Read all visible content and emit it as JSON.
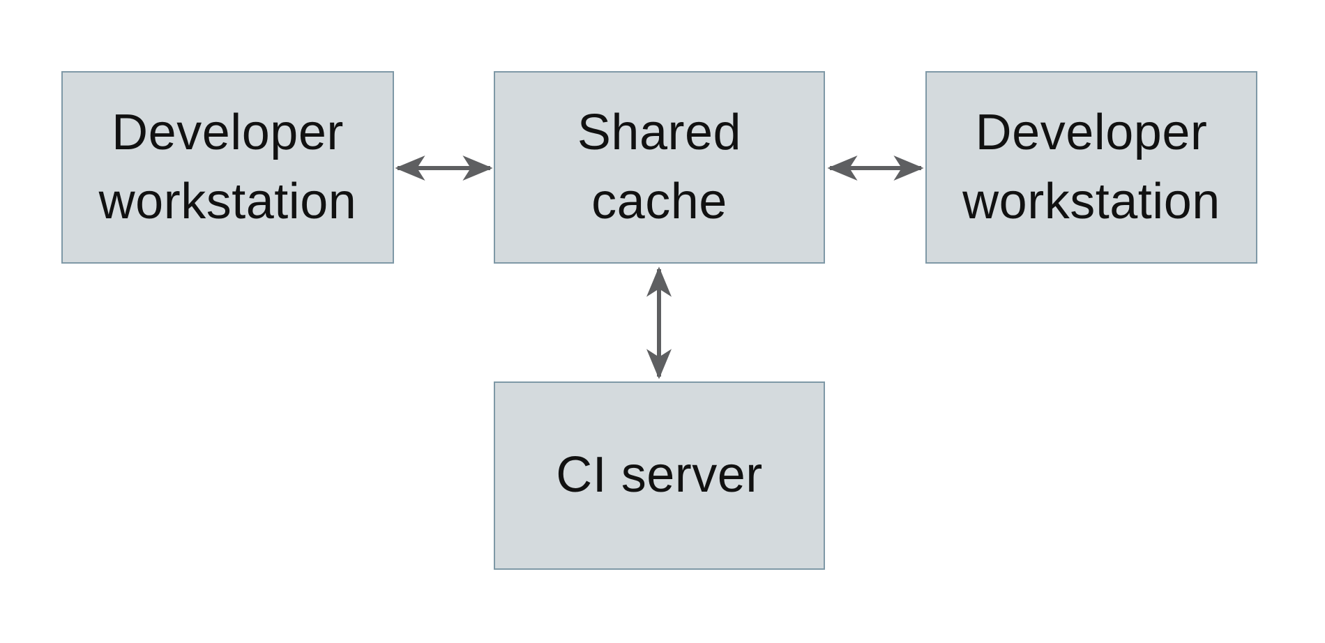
{
  "diagram": {
    "background_color": "#ffffff",
    "node_fill_color": "#d4dadd",
    "node_border_color": "#7e98a6",
    "arrow_color": "#5e5f61",
    "text_color": "#111111",
    "nodes": [
      {
        "id": "developer-workstation-left",
        "label": "Developer\nworkstation"
      },
      {
        "id": "shared-cache",
        "label": "Shared\ncache"
      },
      {
        "id": "developer-workstation-right",
        "label": "Developer\nworkstation"
      },
      {
        "id": "ci-server",
        "label": "CI server"
      }
    ],
    "edges": [
      {
        "from": "developer-workstation-left",
        "to": "shared-cache",
        "type": "bidirectional"
      },
      {
        "from": "shared-cache",
        "to": "developer-workstation-right",
        "type": "bidirectional"
      },
      {
        "from": "shared-cache",
        "to": "ci-server",
        "type": "bidirectional"
      }
    ]
  }
}
